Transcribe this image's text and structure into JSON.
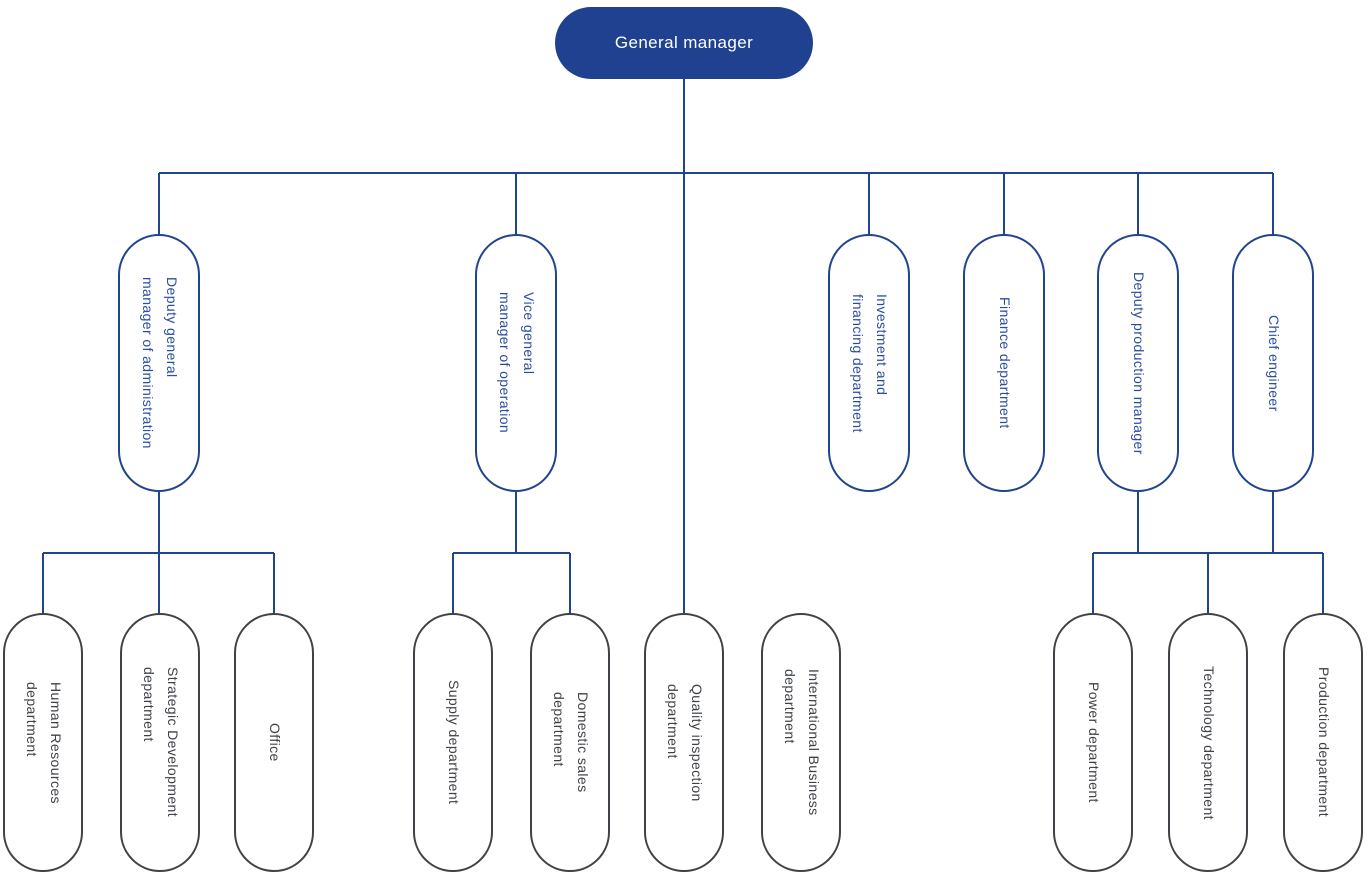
{
  "theme": {
    "navy_fill": "#1f418f",
    "connector_blue": "#20458e",
    "level2_text_blue": "#2b4da0",
    "level3_outline_gray": "#3f4347",
    "level3_text_gray": "#3e4247",
    "background": "#ffffff"
  },
  "nodes": {
    "root": "General manager",
    "level2": [
      "Deputy general\nmanager of administration",
      "Vice general\nmanager of operation",
      "Investment and\nfinancing department",
      "Finance department",
      "Deputy production manager",
      "Chief engineer"
    ],
    "level3": [
      "Human Resources\ndepartment",
      "Strategic Development\ndepartment",
      "Office",
      "Supply department",
      "Domestic sales\ndepartment",
      "Quality inspection\ndepartment",
      "International Business\ndepartment",
      "Power department",
      "Technology department",
      "Production department"
    ]
  },
  "hierarchy": [
    {
      "parent": "General manager",
      "children": [
        "Deputy general manager of administration",
        "Vice general manager of operation",
        "Investment and financing department",
        "Finance department",
        "Deputy production manager",
        "Chief engineer",
        "Quality inspection department"
      ]
    },
    {
      "parent": "Deputy general manager of administration",
      "children": [
        "Human Resources department",
        "Strategic Development department",
        "Office"
      ]
    },
    {
      "parent": "Vice general manager of operation",
      "children": [
        "Supply department",
        "Domestic sales department"
      ]
    },
    {
      "parent": "Deputy production manager, Chief engineer (shared bus)",
      "children": [
        "Power department",
        "Technology department",
        "Production department"
      ]
    },
    {
      "parent": null,
      "children": [
        "International Business department"
      ]
    }
  ]
}
